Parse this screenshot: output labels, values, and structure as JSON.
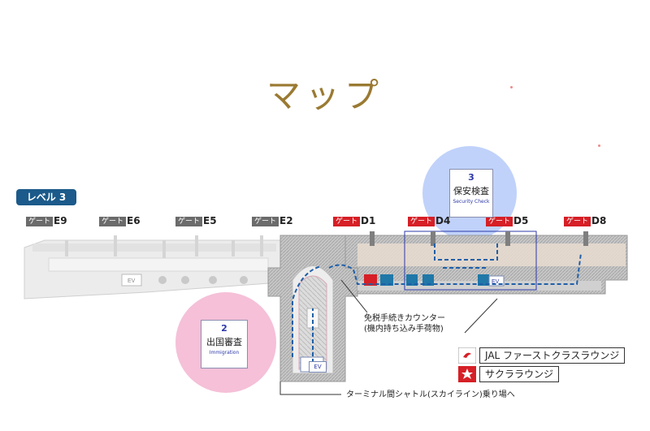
{
  "title": "マップ",
  "level_badge": "レベル 3",
  "gate_tag": "ゲート",
  "gates": [
    {
      "code": "E9",
      "style": "gray"
    },
    {
      "code": "E6",
      "style": "gray"
    },
    {
      "code": "E5",
      "style": "gray"
    },
    {
      "code": "E2",
      "style": "gray"
    },
    {
      "code": "D1",
      "style": "red"
    },
    {
      "code": "D4",
      "style": "red"
    },
    {
      "code": "D5",
      "style": "red"
    },
    {
      "code": "D8",
      "style": "red"
    }
  ],
  "security": {
    "number": "3",
    "label_jp": "保安検査",
    "label_en": "Security Check"
  },
  "immigration": {
    "number": "2",
    "label_jp": "出国審査",
    "label_en": "Immigration"
  },
  "callouts": {
    "tax_free": "免税手続きカウンター",
    "tax_free_sub": "(機内持ち込み手荷物)",
    "shuttle": "ターミナル間シャトル(スカイライン)乗り場へ"
  },
  "legend": {
    "jal_first": "JAL ファーストクラスラウンジ",
    "sakura": "サクララウンジ"
  },
  "map_labels": {
    "ev": "EV"
  },
  "colors": {
    "accent_red": "#d61f26",
    "level_blue": "#1b5a8a",
    "title_gold": "#9a7a32",
    "route_blue": "#1f5fa8"
  },
  "icons": [
    "restroom-icon",
    "elevator-icon",
    "escalator-icon",
    "jal-first-lounge-icon",
    "sakura-lounge-icon"
  ]
}
